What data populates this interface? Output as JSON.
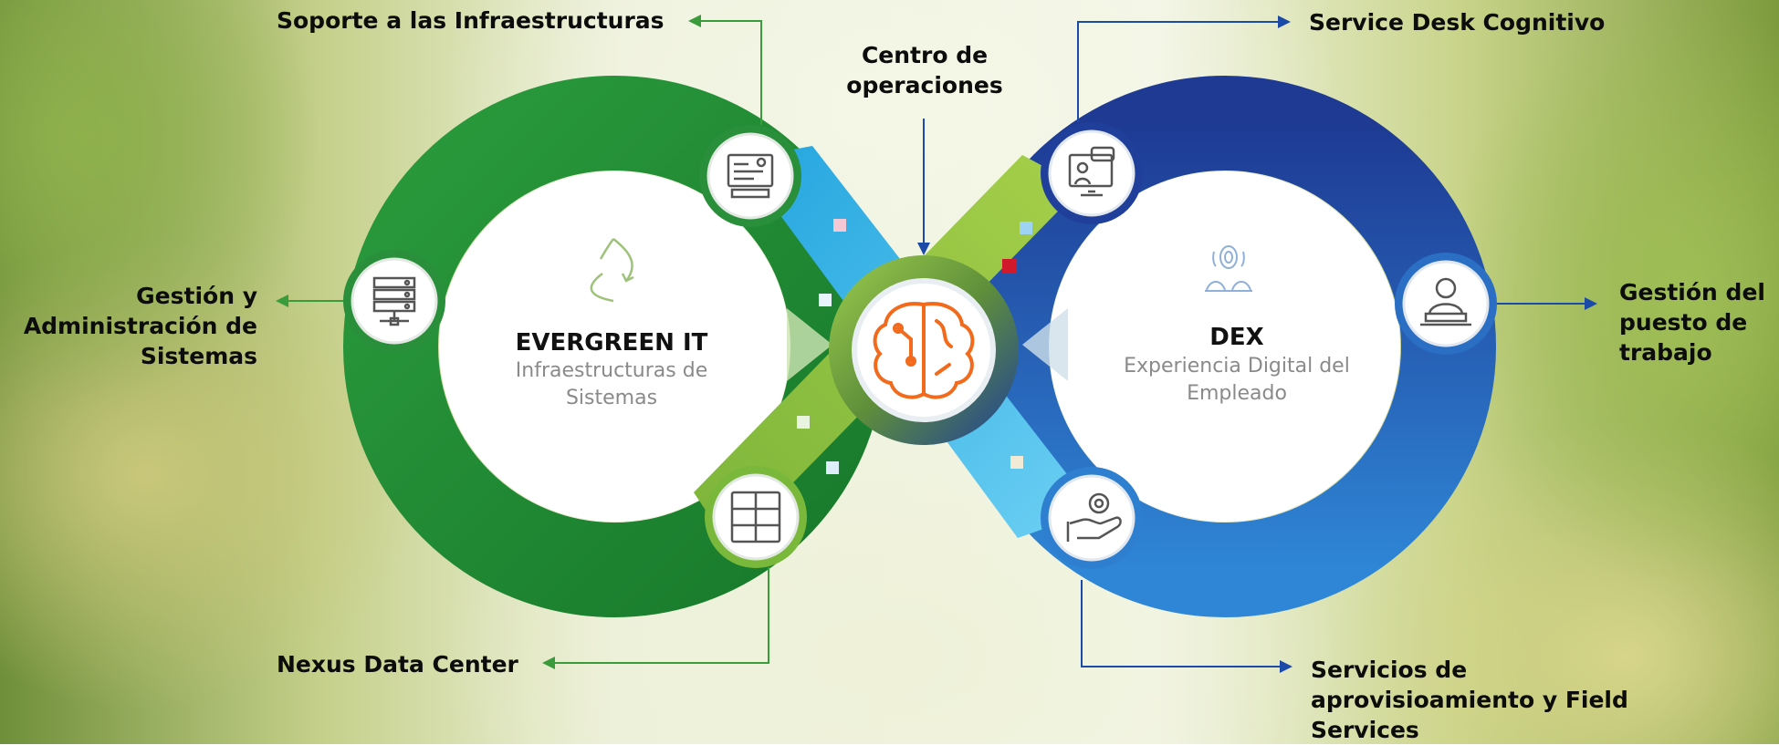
{
  "labels": {
    "top_left": "Soporte a las Infraestructuras",
    "center_top": "Centro de\noperaciones",
    "top_right": "Service Desk Cognitivo",
    "mid_left": "Gestión y\nAdministración de\nSistemas",
    "mid_right": "Gestión del\npuesto de\ntrabajo",
    "bottom_left": "Nexus Data Center",
    "bottom_right": "Servicios de\naprovisioamiento y Field\nServices"
  },
  "left_loop": {
    "title": "EVERGREEN IT",
    "subtitle": "Infraestructuras de\nSistemas"
  },
  "right_loop": {
    "title": "DEX",
    "subtitle": "Experiencia Digital del\nEmpleado"
  },
  "icons": {
    "left_center": "recycle-leaf-icon",
    "right_center": "fingerprint-people-icon",
    "hub": "brain-circuit-icon",
    "nodes": [
      "monitor-dashboard-icon",
      "server-rack-icon",
      "grid-cabinet-icon",
      "video-call-chat-icon",
      "user-laptop-icon",
      "hand-gear-icon"
    ]
  },
  "colors": {
    "green_dark": "#1e8a32",
    "green_light": "#8dc63f",
    "blue_dark": "#1f3f9a",
    "blue_light": "#2f7fd0",
    "cyan": "#38b6e6",
    "hub_icon": "#f26a1b",
    "arrow_green": "#3a9b3a",
    "arrow_blue": "#1c4aa8"
  }
}
